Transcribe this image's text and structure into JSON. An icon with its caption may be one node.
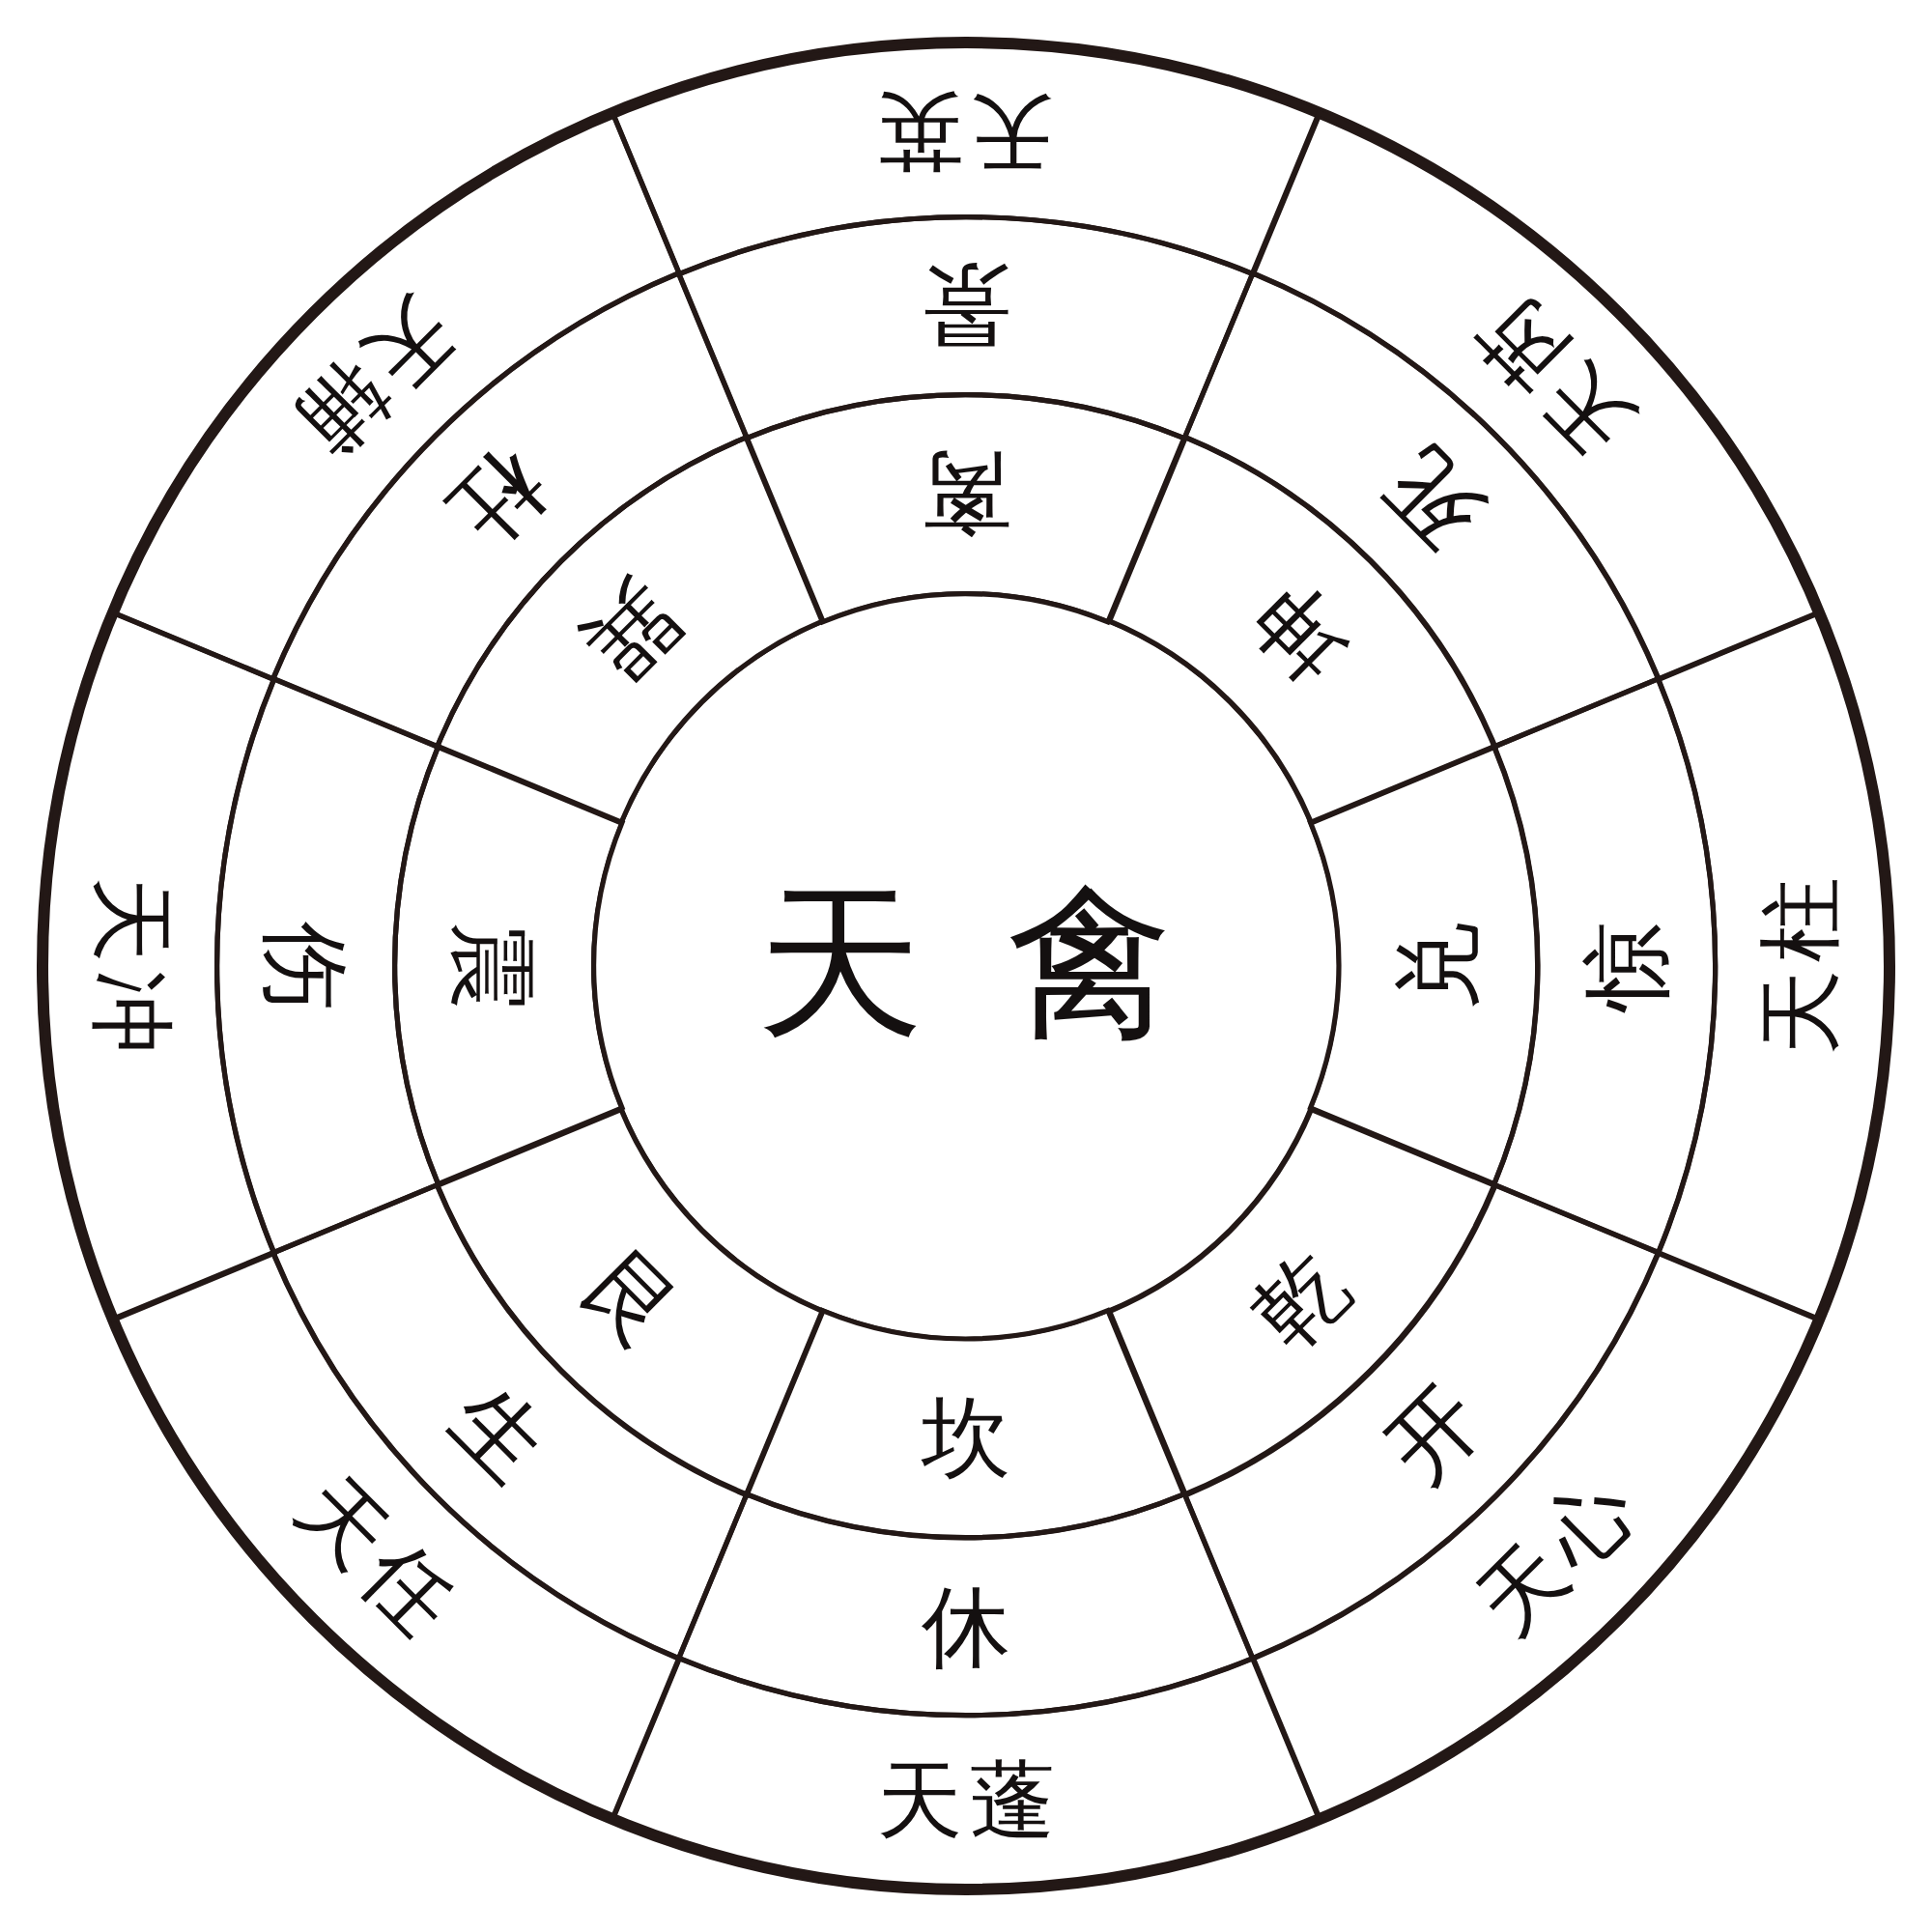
{
  "diagram": {
    "nodes": [
      {
        "text": [
          "天禽"
        ]
      },
      {
        "text": [
          "离"
        ]
      },
      {
        "text": [
          "坤"
        ]
      },
      {
        "text": [
          "兑"
        ]
      },
      {
        "text": [
          "乾"
        ]
      },
      {
        "text": [
          "坎"
        ]
      },
      {
        "text": [
          "艮"
        ]
      },
      {
        "text": [
          "震"
        ]
      },
      {
        "text": [
          "巽"
        ]
      },
      {
        "text": [
          "景"
        ]
      },
      {
        "text": [
          "死"
        ]
      },
      {
        "text": [
          "惊"
        ]
      },
      {
        "text": [
          "开"
        ]
      },
      {
        "text": [
          "休"
        ]
      },
      {
        "text": [
          "生"
        ]
      },
      {
        "text": [
          "伤"
        ]
      },
      {
        "text": [
          "杜"
        ]
      },
      {
        "text": [
          "天英"
        ]
      },
      {
        "text": [
          "天芮"
        ]
      },
      {
        "text": [
          "天柱"
        ]
      },
      {
        "text": [
          "天心"
        ]
      },
      {
        "text": [
          "天蓬"
        ]
      },
      {
        "text": [
          "天任"
        ]
      },
      {
        "text": [
          "天冲"
        ]
      },
      {
        "text": [
          "天辅"
        ]
      }
    ]
  }
}
